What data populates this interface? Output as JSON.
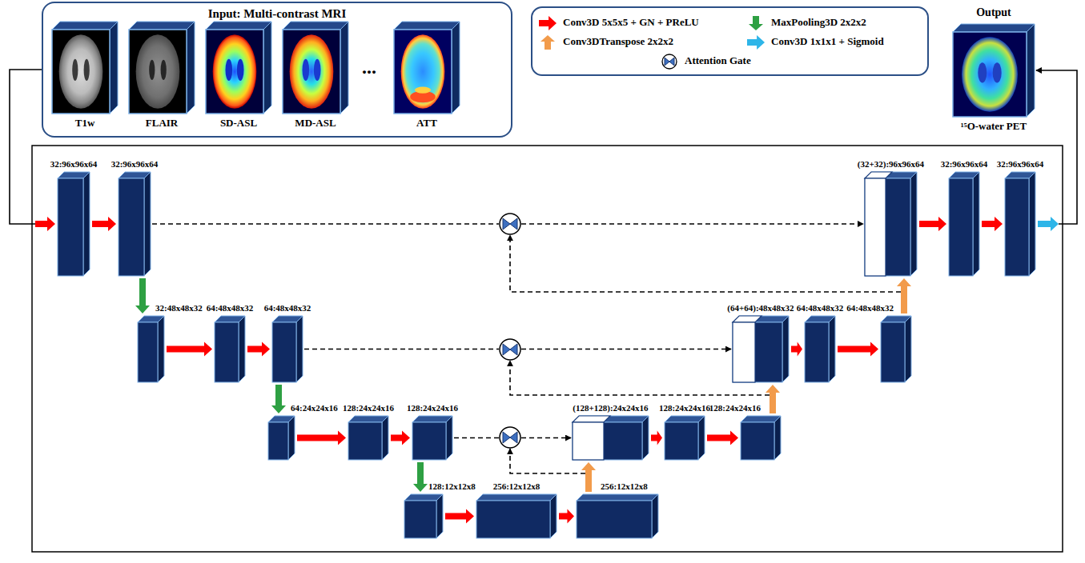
{
  "diagram": {
    "nodes": [
      {
        "text": [
          "Input: Multi-contrast MRI"
        ]
      },
      {
        "text": [
          "T1w"
        ],
        "in": 0
      },
      {
        "text": [
          "FLAIR"
        ],
        "in": 0
      },
      {
        "text": [
          "SD-ASL"
        ],
        "in": 0
      },
      {
        "text": [
          "MD-ASL"
        ],
        "in": 0
      },
      {
        "text": [
          "ATT"
        ],
        "in": 0
      },
      {
        "text": [
          "Output",
          "¹⁵O-water PET"
        ]
      },
      {
        "text": [
          "32:96x96x64"
        ]
      },
      {
        "text": [
          "32:96x96x64"
        ]
      },
      {
        "text": [
          "(32+32):96x96x64"
        ]
      },
      {
        "text": [
          "32:96x96x64"
        ]
      },
      {
        "text": [
          "32:96x96x64"
        ]
      },
      {
        "text": [
          "32:48x48x32"
        ]
      },
      {
        "text": [
          "64:48x48x32"
        ]
      },
      {
        "text": [
          "64:48x48x32"
        ]
      },
      {
        "text": [
          "(64+64):48x48x32"
        ]
      },
      {
        "text": [
          "64:48x48x32"
        ]
      },
      {
        "text": [
          "64:48x48x32"
        ]
      },
      {
        "text": [
          "64:24x24x16"
        ]
      },
      {
        "text": [
          "128:24x24x16"
        ]
      },
      {
        "text": [
          "128:24x24x16"
        ]
      },
      {
        "text": [
          "(128+128):24x24x16"
        ]
      },
      {
        "text": [
          "128:24x24x16"
        ]
      },
      {
        "text": [
          "128:24x24x16"
        ]
      },
      {
        "text": [
          "128:12x12x8"
        ]
      },
      {
        "text": [
          "256:12x12x8"
        ]
      },
      {
        "text": [
          "256:12x12x8"
        ]
      }
    ],
    "edges": [
      {
        "from": 0,
        "to": 7,
        "arrow": "to"
      },
      {
        "from": 7,
        "to": 8,
        "arrow": "to"
      },
      {
        "from": 8,
        "to": 12,
        "arrow": "to"
      },
      {
        "from": 12,
        "to": 13,
        "arrow": "to"
      },
      {
        "from": 13,
        "to": 14,
        "arrow": "to"
      },
      {
        "from": 14,
        "to": 18,
        "arrow": "to"
      },
      {
        "from": 18,
        "to": 19,
        "arrow": "to"
      },
      {
        "from": 19,
        "to": 20,
        "arrow": "to"
      },
      {
        "from": 20,
        "to": 24,
        "arrow": "to"
      },
      {
        "from": 24,
        "to": 25,
        "arrow": "to"
      },
      {
        "from": 25,
        "to": 26,
        "arrow": "to"
      },
      {
        "from": 26,
        "to": 21,
        "arrow": "to"
      },
      {
        "from": 20,
        "to": 21,
        "arrow": "to"
      },
      {
        "from": 21,
        "to": 22,
        "arrow": "to"
      },
      {
        "from": 22,
        "to": 23,
        "arrow": "to"
      },
      {
        "from": 23,
        "to": 15,
        "arrow": "to"
      },
      {
        "from": 14,
        "to": 15,
        "arrow": "to"
      },
      {
        "from": 15,
        "to": 16,
        "arrow": "to"
      },
      {
        "from": 16,
        "to": 17,
        "arrow": "to"
      },
      {
        "from": 17,
        "to": 9,
        "arrow": "to"
      },
      {
        "from": 8,
        "to": 9,
        "arrow": "to"
      },
      {
        "from": 9,
        "to": 10,
        "arrow": "to"
      },
      {
        "from": 10,
        "to": 11,
        "arrow": "to"
      },
      {
        "from": 11,
        "to": 6,
        "arrow": "to"
      }
    ],
    "labels": [
      "..."
    ],
    "legend": [
      {
        "text": "Conv3D 5x5x5 + GN + PReLU",
        "color": "#ff0000"
      },
      {
        "text": "MaxPooling3D 2x2x2",
        "color": "#2ea043"
      },
      {
        "text": "Conv3DTranspose 2x2x2",
        "color": "#f29b4b"
      },
      {
        "text": "Conv3D 1x1x1 + Sigmoid",
        "color": "#2eb5e8"
      },
      {
        "text": "Attention Gate"
      }
    ]
  }
}
